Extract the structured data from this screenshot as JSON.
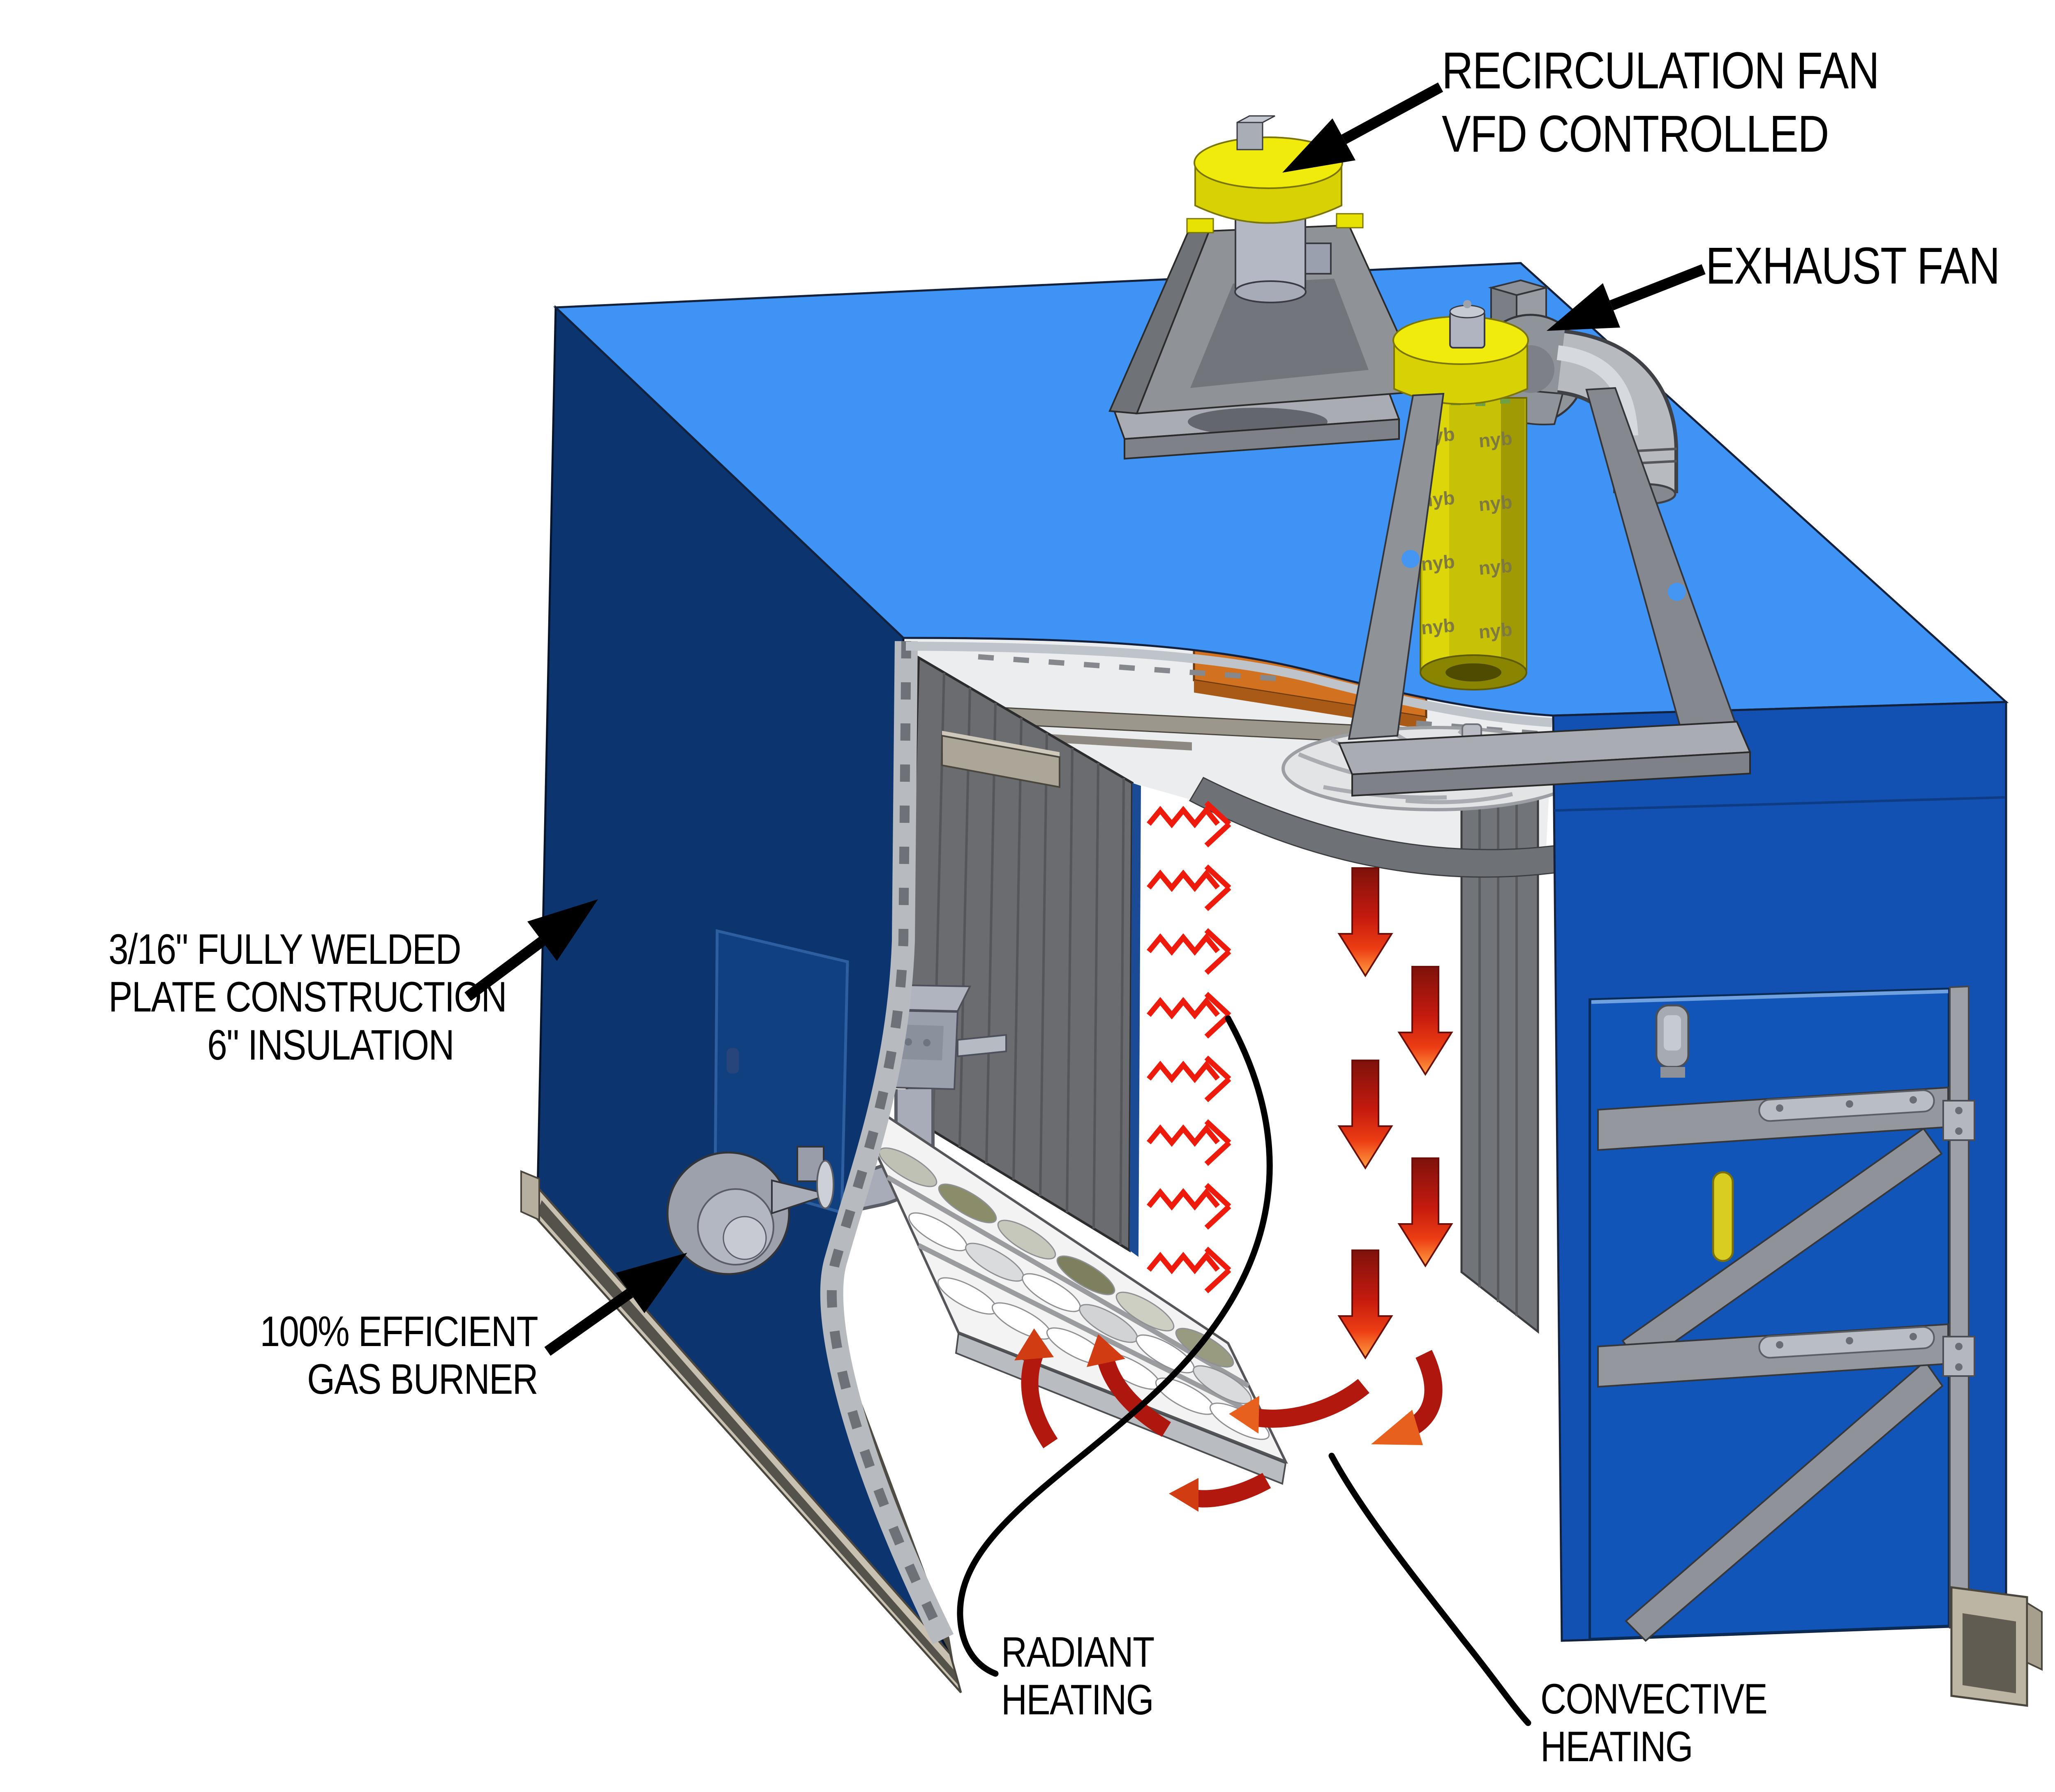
{
  "diagram": {
    "background_color": "#FFFFFF",
    "machine": {
      "top_color": "#3F93F4",
      "left_wall_color": "#0C356F",
      "right_wall_color": "#1251B2",
      "fan_housing_color": "#F0EB0B",
      "steel_color": "#8F9297",
      "burner_beam_color": "#D2711F",
      "heat_arrow_color": "#EE1A0C",
      "callout_color": "#000000",
      "fan_brand": "nyb"
    },
    "callouts": {
      "recirculation_fan": {
        "lines": [
          "RECIRCULATION FAN",
          "VFD CONTROLLED"
        ]
      },
      "exhaust_fan": {
        "lines": [
          "EXHAUST FAN"
        ]
      },
      "plate_construction": {
        "lines": [
          "3/16\" FULLY WELDED",
          "PLATE CONSTRUCTION",
          "6\" INSULATION"
        ]
      },
      "gas_burner": {
        "lines": [
          "100% EFFICIENT",
          "GAS BURNER"
        ]
      },
      "radiant_heating": {
        "lines": [
          "RADIANT",
          "HEATING"
        ]
      },
      "convective_heating": {
        "lines": [
          "CONVECTIVE",
          "HEATING"
        ]
      }
    }
  }
}
